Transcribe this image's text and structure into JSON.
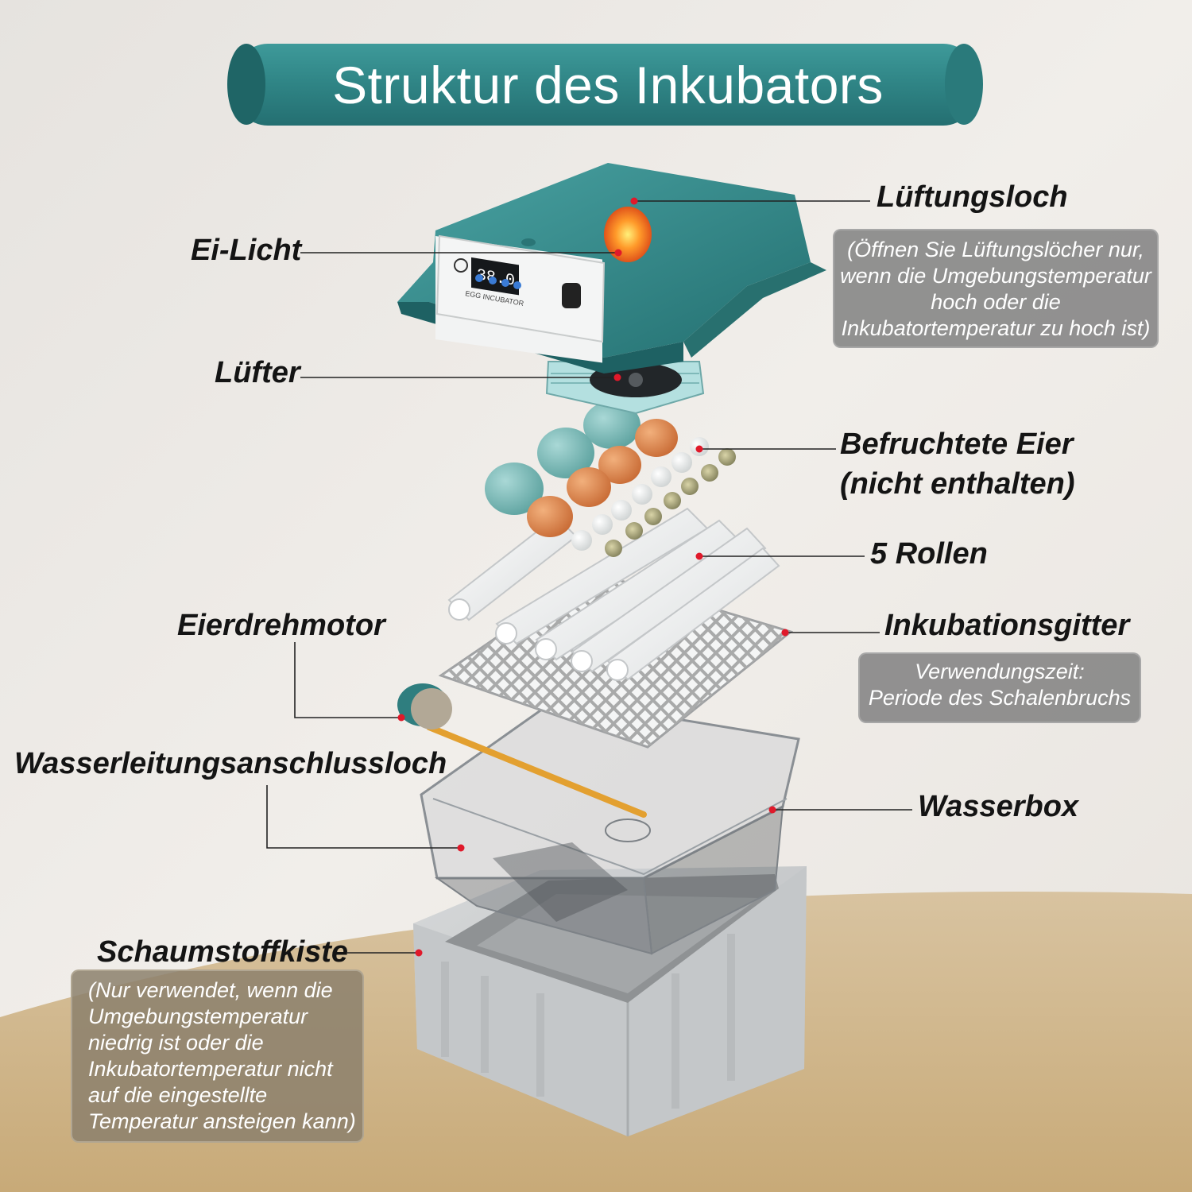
{
  "title": "Struktur des Inkubators",
  "device": {
    "display": "38.0",
    "brand": "EGG INCUBATOR"
  },
  "labels": {
    "ventilation": "Lüftungsloch",
    "ventilation_note": [
      "(Öffnen Sie Lüftungslöcher nur,",
      "wenn die Umgebungstemperatur",
      "hoch oder die",
      "Inkubatortemperatur zu hoch ist)"
    ],
    "egg_light": "Ei-Licht",
    "fan": "Lüfter",
    "eggs_line1": "Befruchtete Eier",
    "eggs_line2": "(nicht enthalten)",
    "rollers": "5 Rollen",
    "motor": "Eierdrehmotor",
    "grid": "Inkubationsgitter",
    "grid_note": [
      "Verwendungszeit:",
      "Periode des Schalenbruchs"
    ],
    "water_hole": "Wasserleitungsanschlussloch",
    "water_box": "Wasserbox",
    "foam_box": "Schaumstoffkiste",
    "foam_note": [
      "(Nur verwendet, wenn die",
      "Umgebungstemperatur",
      "niedrig ist oder die",
      "Inkubatortemperatur nicht",
      "auf die eingestellte",
      "Temperatur ansteigen kann)"
    ]
  },
  "colors": {
    "teal": "#2f8a8c",
    "leader_dot": "#e0192a"
  }
}
